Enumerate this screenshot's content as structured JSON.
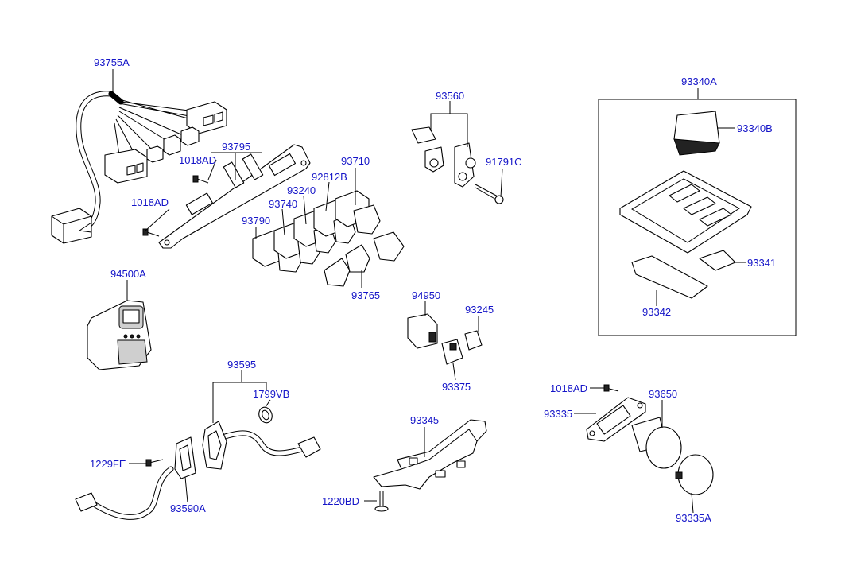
{
  "labels": {
    "l93755A": "93755A",
    "l93795": "93795",
    "l1018AD_a": "1018AD",
    "l1018AD_b": "1018AD",
    "l93710": "93710",
    "l92812B": "92812B",
    "l93240": "93240",
    "l93740": "93740",
    "l93790": "93790",
    "l93765": "93765",
    "l93560": "93560",
    "l91791C": "91791C",
    "l93340A": "93340A",
    "l93340B": "93340B",
    "l93341": "93341",
    "l93342": "93342",
    "l94500A": "94500A",
    "l94950": "94950",
    "l93245": "93245",
    "l93375": "93375",
    "l93595": "93595",
    "l1799VB": "1799VB",
    "l1229FE": "1229FE",
    "l93590A": "93590A",
    "l93345": "93345",
    "l1220BD": "1220BD",
    "l1018AD_c": "1018AD",
    "l93335": "93335",
    "l93650": "93650",
    "l93335A": "93335A"
  },
  "colors": {
    "label": "#1515c8",
    "line": "#000000",
    "background": "#ffffff"
  }
}
